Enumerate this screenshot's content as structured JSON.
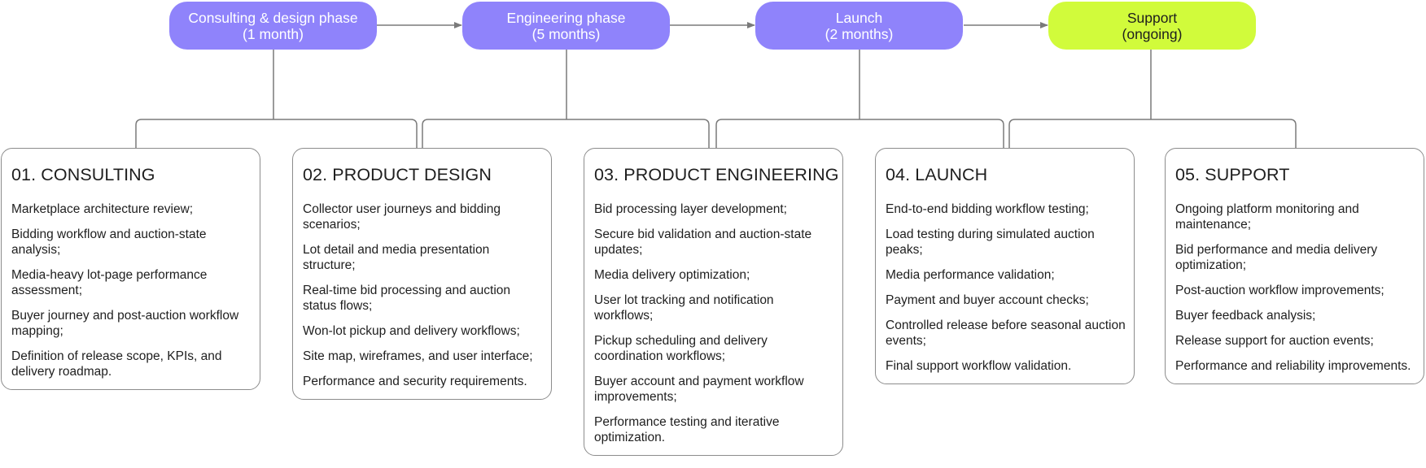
{
  "colors": {
    "phase_purple": "#8f83fb",
    "phase_support": "#d1fb3b",
    "connector": "#7a7a7a",
    "card_border": "#8c8c8c"
  },
  "phases": [
    {
      "name": "Consulting & design phase",
      "duration": "(1 month)"
    },
    {
      "name": "Engineering phase",
      "duration": "(5 months)"
    },
    {
      "name": "Launch",
      "duration": "(2 months)"
    },
    {
      "name": "Support",
      "duration": "(ongoing)"
    }
  ],
  "cards": [
    {
      "title": "01. CONSULTING",
      "items": [
        "Marketplace architecture review;",
        "Bidding workflow and auction-state analysis;",
        "Media-heavy lot-page performance assessment;",
        "Buyer journey and post-auction workflow mapping;",
        "Definition of release scope, KPIs, and delivery roadmap."
      ]
    },
    {
      "title": "02. PRODUCT DESIGN",
      "items": [
        "Collector user journeys and bidding scenarios;",
        "Lot detail and media presentation structure;",
        "Real-time bid processing and auction status flows;",
        "Won-lot pickup and delivery workflows;",
        "Site map, wireframes, and user interface;",
        "Performance and security requirements."
      ]
    },
    {
      "title": "03. PRODUCT ENGINEERING",
      "items": [
        "Bid processing layer development;",
        "Secure bid validation and auction-state updates;",
        "Media delivery optimization;",
        "User lot tracking and notification workflows;",
        "Pickup scheduling and delivery coordination workflows;",
        "Buyer account and payment workflow improvements;",
        "Performance testing and iterative optimization."
      ]
    },
    {
      "title": "04. LAUNCH",
      "items": [
        "End-to-end bidding workflow testing;",
        "Load testing during simulated auction peaks;",
        "Media performance validation;",
        "Payment and buyer account checks;",
        "Controlled release before seasonal auction events;",
        "Final support workflow validation."
      ]
    },
    {
      "title": "05. SUPPORT",
      "items": [
        "Ongoing platform monitoring and maintenance;",
        "Bid performance and media delivery optimization;",
        "Post-auction workflow improvements;",
        "Buyer feedback analysis;",
        "Release support for auction events;",
        "Performance and reliability improvements."
      ]
    }
  ]
}
